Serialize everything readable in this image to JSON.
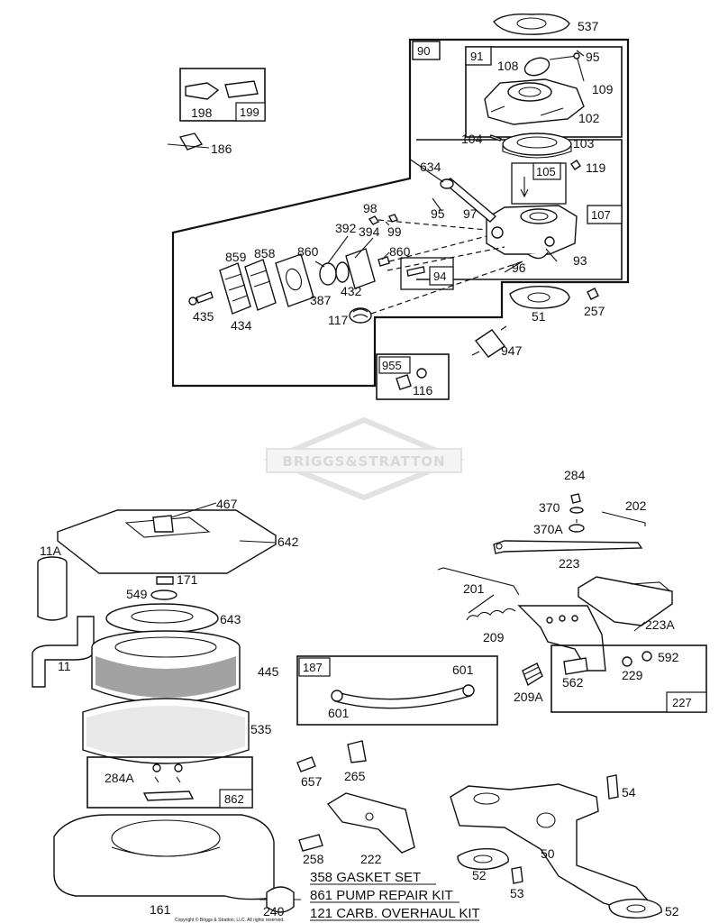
{
  "part_labels": {
    "p537": "537",
    "p90": "90",
    "p91": "91",
    "p108": "108",
    "p95a": "95",
    "p109": "109",
    "p102": "102",
    "p198": "198",
    "p199": "199",
    "p186": "186",
    "p104": "104",
    "p103": "103",
    "p634": "634",
    "p105": "105",
    "p119": "119",
    "p98": "98",
    "p99": "99",
    "p95b": "95",
    "p97": "97",
    "p107": "107",
    "p392": "392",
    "p394": "394",
    "p859": "859",
    "p858": "858",
    "p860a": "860",
    "p860b": "860",
    "p93": "93",
    "p96": "96",
    "p94": "94",
    "p432": "432",
    "p387": "387",
    "p435": "435",
    "p434": "434",
    "p117": "117",
    "p51": "51",
    "p257": "257",
    "p947": "947",
    "p955": "955",
    "p116": "116",
    "p467": "467",
    "p642": "642",
    "p11A": "11A",
    "p171": "171",
    "p549": "549",
    "p643": "643",
    "p11": "11",
    "p445": "445",
    "p535": "535",
    "p284A": "284A",
    "p862": "862",
    "p161": "161",
    "p284": "284",
    "p370": "370",
    "p202": "202",
    "p370A": "370A",
    "p223": "223",
    "p201": "201",
    "p209": "209",
    "p223A": "223A",
    "p592": "592",
    "p229": "229",
    "p562": "562",
    "p209A": "209A",
    "p227": "227",
    "p187": "187",
    "p601a": "601",
    "p601b": "601",
    "p657": "657",
    "p265": "265",
    "p54": "54",
    "p258": "258",
    "p222": "222",
    "p50": "50",
    "p52a": "52",
    "p53": "53",
    "p240": "240",
    "p52b": "52"
  },
  "kits": {
    "gasket_set": "358 GASKET SET",
    "pump_repair_kit": "861 PUMP REPAIR KIT",
    "carb_overhaul_kit": "121 CARB. OVERHAUL KIT"
  },
  "watermark": "BRIGGS&STRATTON",
  "copyright": "Copyright © Briggs & Stratton, LLC. All rights reserved."
}
